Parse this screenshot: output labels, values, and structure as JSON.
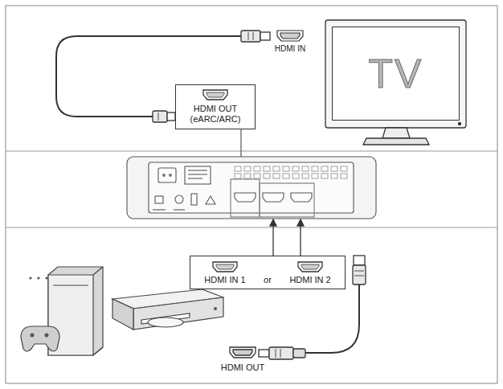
{
  "diagram": {
    "nodes": [
      {
        "text": [
          "TV"
        ]
      },
      {
        "text": [
          "HDMI OUT (eARC/ARC)"
        ]
      },
      {
        "text": [
          "HDMI IN 1",
          "or",
          "HDMI IN 2"
        ]
      }
    ],
    "labels": [
      "HDMI IN",
      "HDMI OUT"
    ]
  }
}
